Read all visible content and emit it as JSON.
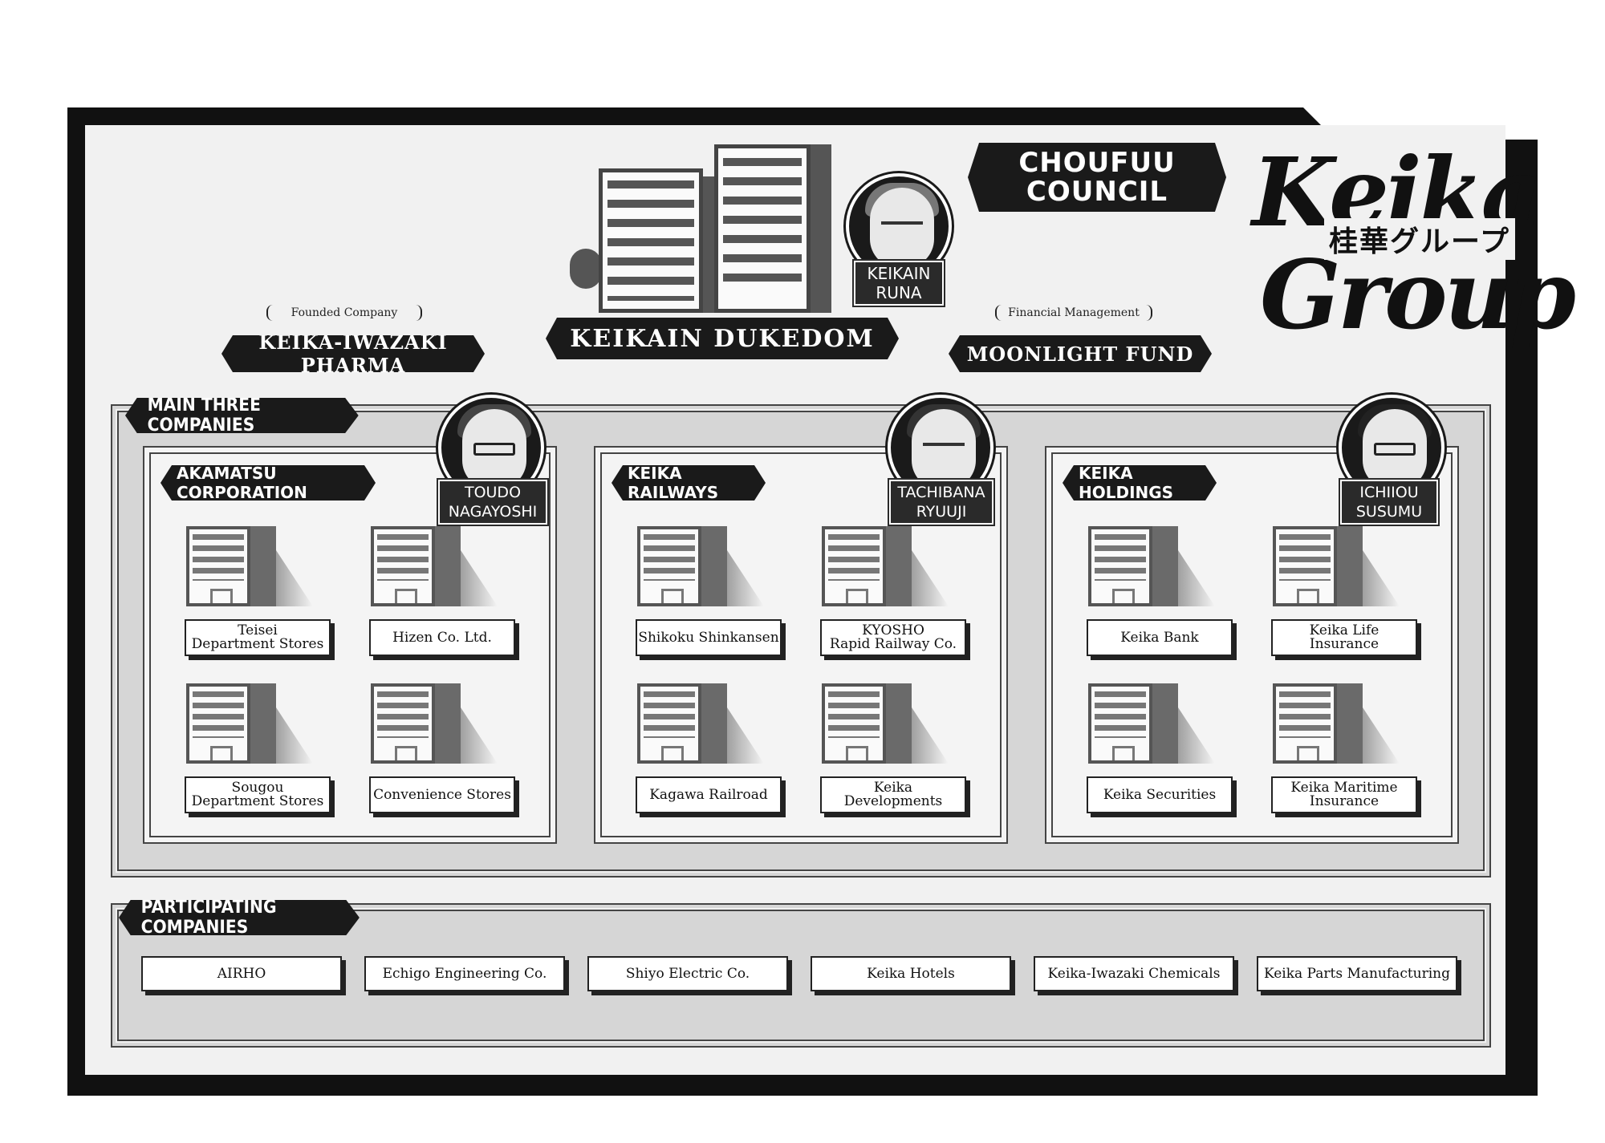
{
  "logo": {
    "word1": "Keika",
    "japanese": "桂華グループ",
    "word2": "Group"
  },
  "top": {
    "choufuu": "CHOUFUU\nCOUNCIL",
    "dukedom": "KEIKAIN DUKEDOM",
    "founded_tag": "Founded Company",
    "founded_company": "KEIKA-IWAZAKI PHARMA",
    "financial_tag": "Financial Management",
    "financial_company": "MOONLIGHT FUND",
    "runa_name": "KEIKAIN\nRUNA"
  },
  "main": {
    "title": "MAIN THREE COMPANIES",
    "companies": [
      {
        "name": "AKAMATSU CORPORATION",
        "person": "TOUDO\nNAGAYOSHI",
        "subs": [
          "Teisei\nDepartment Stores",
          "Hizen Co. Ltd.",
          "Sougou\nDepartment Stores",
          "Convenience Stores"
        ]
      },
      {
        "name": "KEIKA RAILWAYS",
        "person": "TACHIBANA\nRYUUJI",
        "subs": [
          "Shikoku Shinkansen",
          "KYOSHO\nRapid Railway Co.",
          "Kagawa Railroad",
          "Keika\nDevelopments"
        ]
      },
      {
        "name": "KEIKA HOLDINGS",
        "person": "ICHIIOU\nSUSUMU",
        "subs": [
          "Keika Bank",
          "Keika Life\nInsurance",
          "Keika Securities",
          "Keika Maritime\nInsurance"
        ]
      }
    ]
  },
  "participating": {
    "title": "PARTICIPATING COMPANIES",
    "items": [
      "AIRHO",
      "Echigo Engineering Co.",
      "Shiyo Electric Co.",
      "Keika Hotels",
      "Keika-Iwazaki Chemicals",
      "Keika Parts Manufacturing"
    ]
  }
}
